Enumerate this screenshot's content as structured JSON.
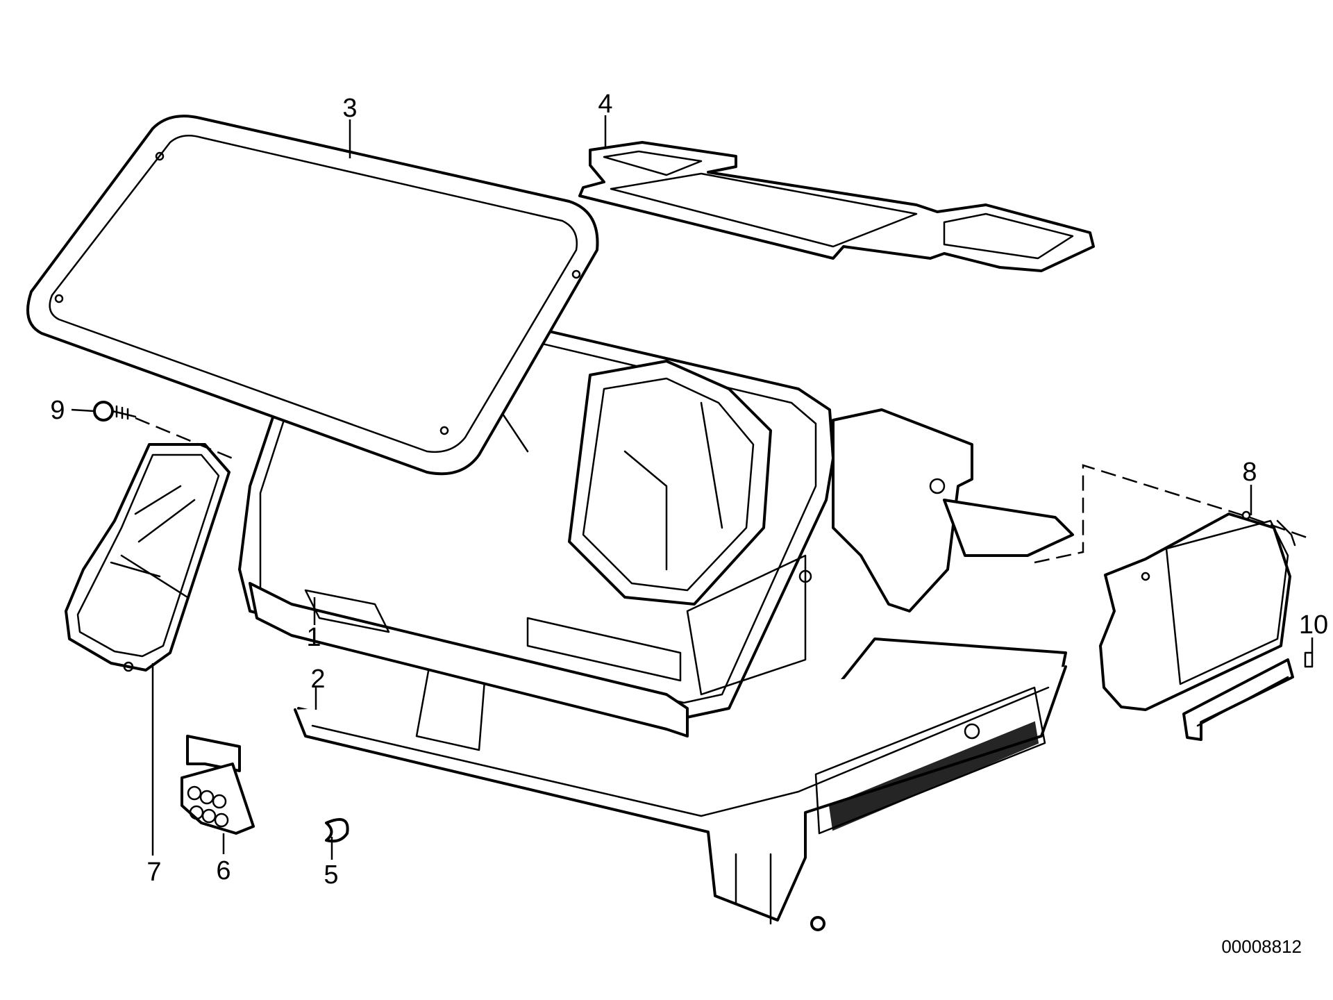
{
  "callouts": {
    "c1": "1",
    "c2": "2",
    "c3": "3",
    "c4": "4",
    "c5": "5",
    "c6": "6",
    "c7": "7",
    "c8": "8",
    "c9": "9",
    "c10": "10"
  },
  "document_id": "00008812",
  "colors": {
    "line": "#000000",
    "background": "#ffffff"
  }
}
